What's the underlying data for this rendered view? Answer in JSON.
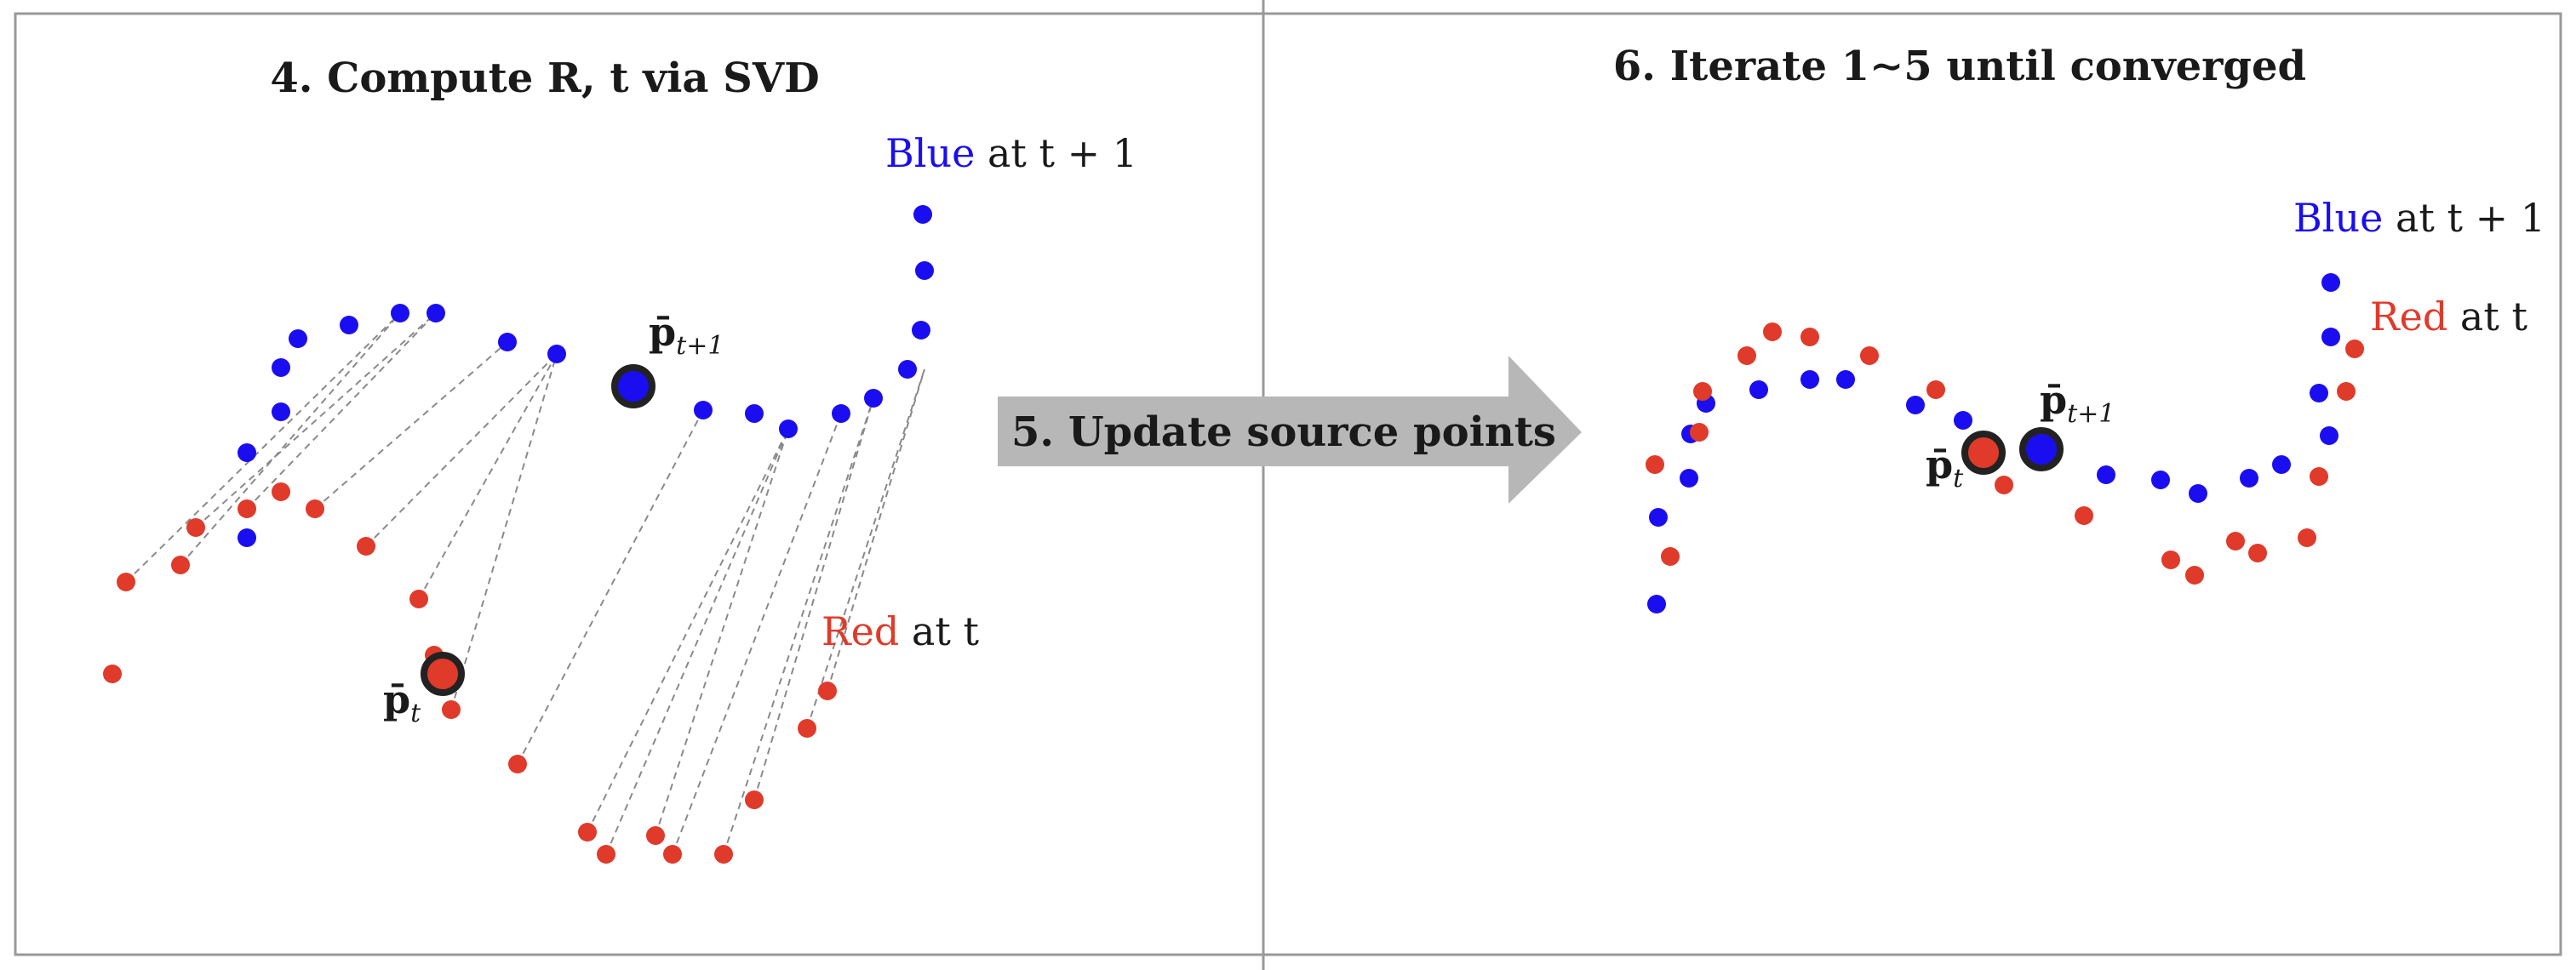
{
  "colors": {
    "red": "#e03a2a",
    "blue": "#1a0ef0",
    "frame": "#999999",
    "arrow": "#b7b7b7",
    "link": "#8a8a8a",
    "centroid_outline": "#222222"
  },
  "left_panel": {
    "title": "4. Compute R, t via SVD",
    "label_blue_word": "Blue",
    "label_blue_rest": " at t + 1",
    "label_red_word": "Red",
    "label_red_rest": " at t",
    "centroid_source_label": "p̄",
    "centroid_source_sub": "t",
    "centroid_target_label": "p̄",
    "centroid_target_sub": "t+1"
  },
  "arrow": {
    "label": "5. Update source points"
  },
  "right_panel": {
    "title": "6. Iterate 1∼5 until converged",
    "label_blue_word": "Blue",
    "label_blue_rest": " at t + 1",
    "label_red_word": "Red",
    "label_red_rest": " at t",
    "centroid_source_label": "p̄",
    "centroid_source_sub": "t",
    "centroid_target_label": "p̄",
    "centroid_target_sub": "t+1"
  }
}
